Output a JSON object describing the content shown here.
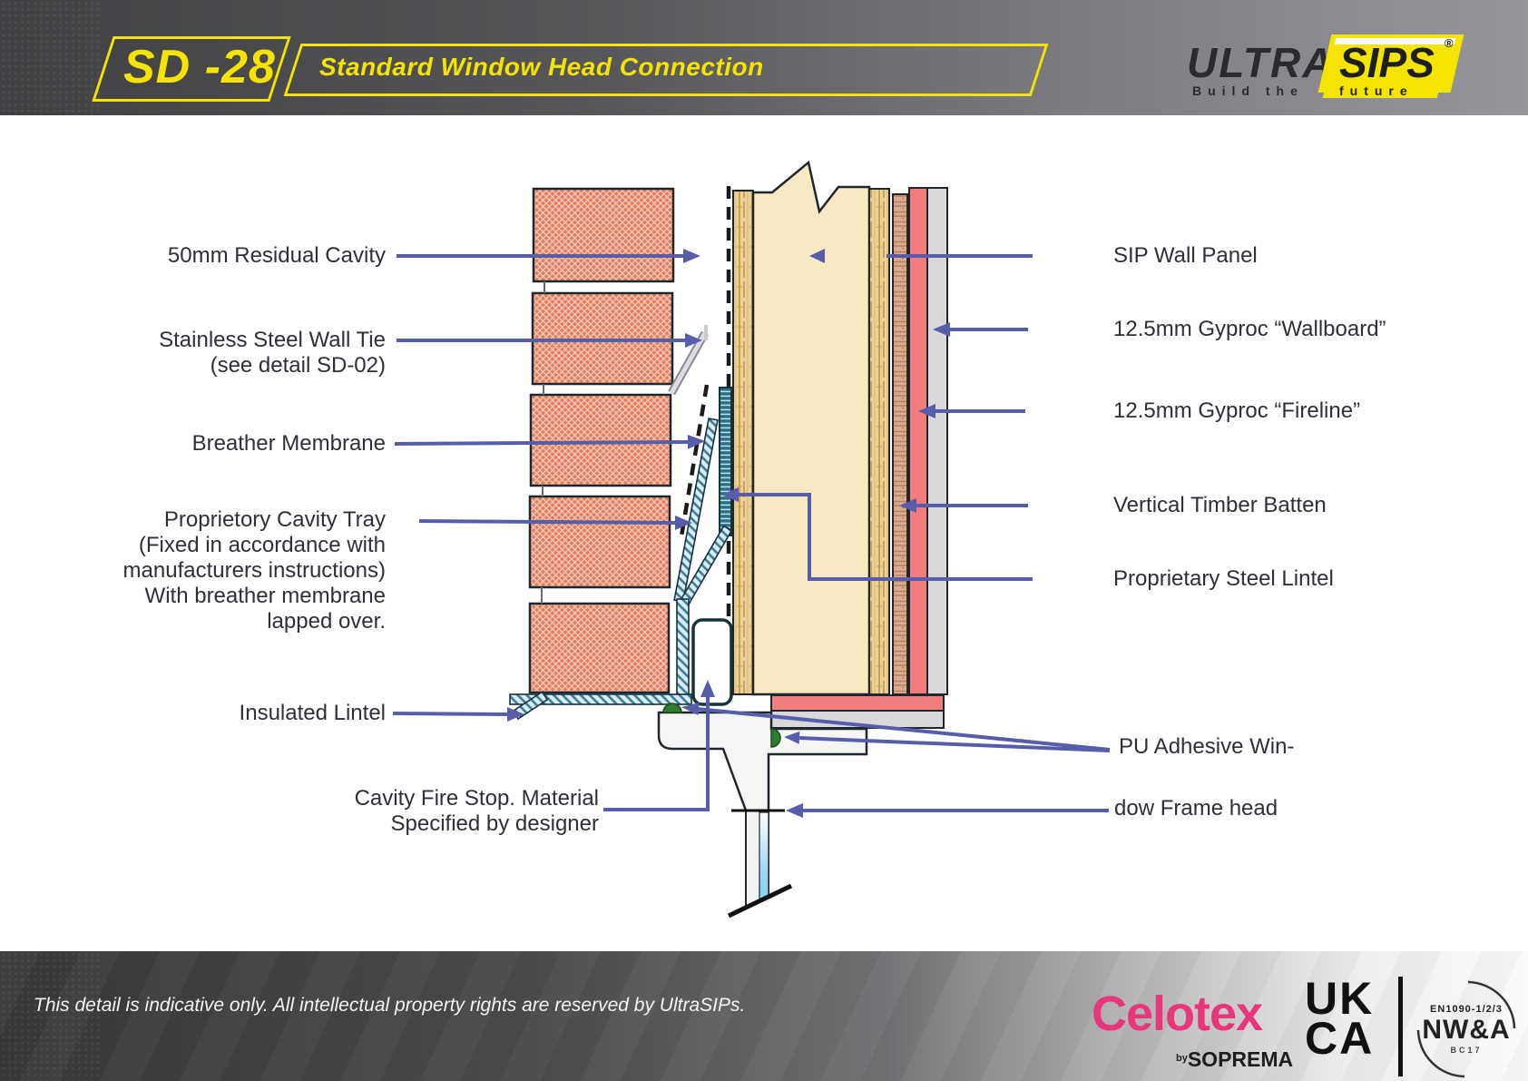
{
  "header": {
    "code": "SD -28",
    "title": "Standard Window Head Connection",
    "logo": {
      "ultra": "ULTRA",
      "sips": "SIPS",
      "reg": "®",
      "tagline_left": "Build the",
      "tagline_right": "future"
    }
  },
  "diagram": {
    "labels_left": {
      "residual_cavity": "50mm Residual Cavity",
      "wall_tie": "Stainless Steel Wall Tie\n(see detail SD-02)",
      "breather_membrane": "Breather Membrane",
      "cavity_tray": "Proprietory Cavity Tray\n(Fixed in accordance with\nmanufacturers instructions)\nWith breather membrane\nlapped over.",
      "insulated_lintel": "Insulated Lintel",
      "cavity_fire_stop": "Cavity Fire Stop. Material\nSpecified by designer"
    },
    "labels_right": {
      "sip_wall_panel": "SIP Wall Panel",
      "gyproc_wallboard": "12.5mm Gyproc “Wallboard”",
      "gyproc_fireline": "12.5mm Gyproc “Fireline”",
      "timber_batten": "Vertical Timber Batten",
      "steel_lintel": "Proprietary Steel Lintel",
      "pu_adhesive": "PU Adhesive Win-",
      "frame_head": "dow Frame head"
    }
  },
  "footer": {
    "disclaimer": "This detail is indicative only. All intellectual property rights are reserved by UltraSIPs.",
    "celotex": "Celotex",
    "by": "by",
    "soprema": "SOPREMA",
    "ukca": "UK\nCA",
    "cert_line1": "EN1090-1/2/3",
    "cert_line2": "NW&A",
    "cert_line3": "BC17"
  },
  "colors": {
    "accent_yellow": "#f5e400",
    "arrow_indigo": "#575da8",
    "brick": "#e2805f",
    "sip_core": "#f6e9c4",
    "osb": "#ecd09a",
    "timber": "#dcab8e",
    "fireline_pink": "#f27d7d",
    "wallboard_gray": "#d9d9db",
    "steel_teal": "#2d7186",
    "tray_hatch": "#d9edf5",
    "adhesive_green": "#2e7d32",
    "celotex_pink": "#e8357c"
  }
}
